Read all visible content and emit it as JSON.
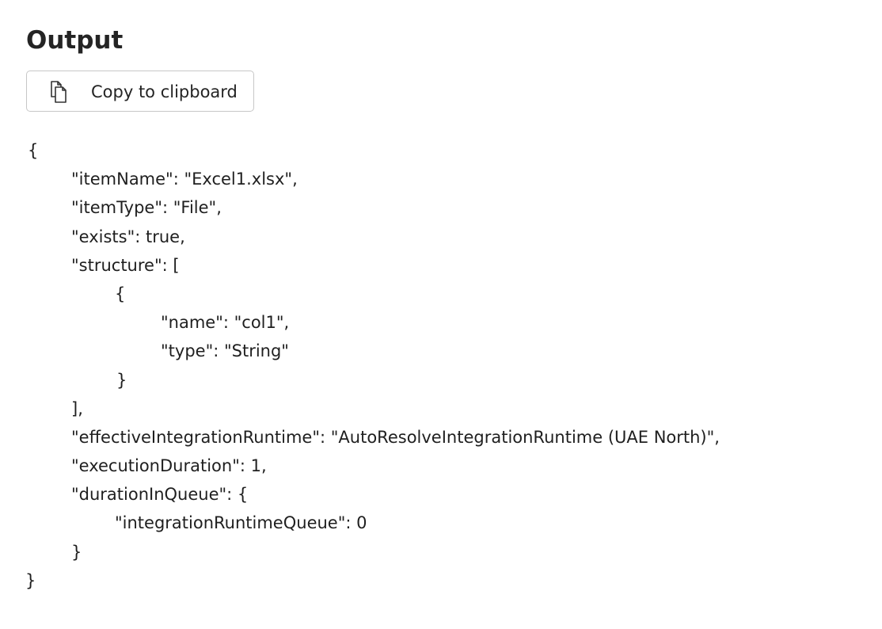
{
  "header": {
    "title": "Output"
  },
  "toolbar": {
    "copy_label": "Copy to clipboard",
    "copy_icon": "copy-icon"
  },
  "output": {
    "lines": [
      "{",
      "\"itemName\": \"Excel1.xlsx\",",
      "\"itemType\": \"File\",",
      "\"exists\": true,",
      "\"structure\": [",
      "{",
      "\"name\": \"col1\",",
      "\"type\": \"String\"",
      "}",
      "],",
      "\"effectiveIntegrationRuntime\": \"AutoResolveIntegrationRuntime (UAE North)\",",
      "\"executionDuration\": 1,",
      "\"durationInQueue\": {",
      "\"integrationRuntimeQueue\": 0",
      "}",
      "}"
    ]
  }
}
